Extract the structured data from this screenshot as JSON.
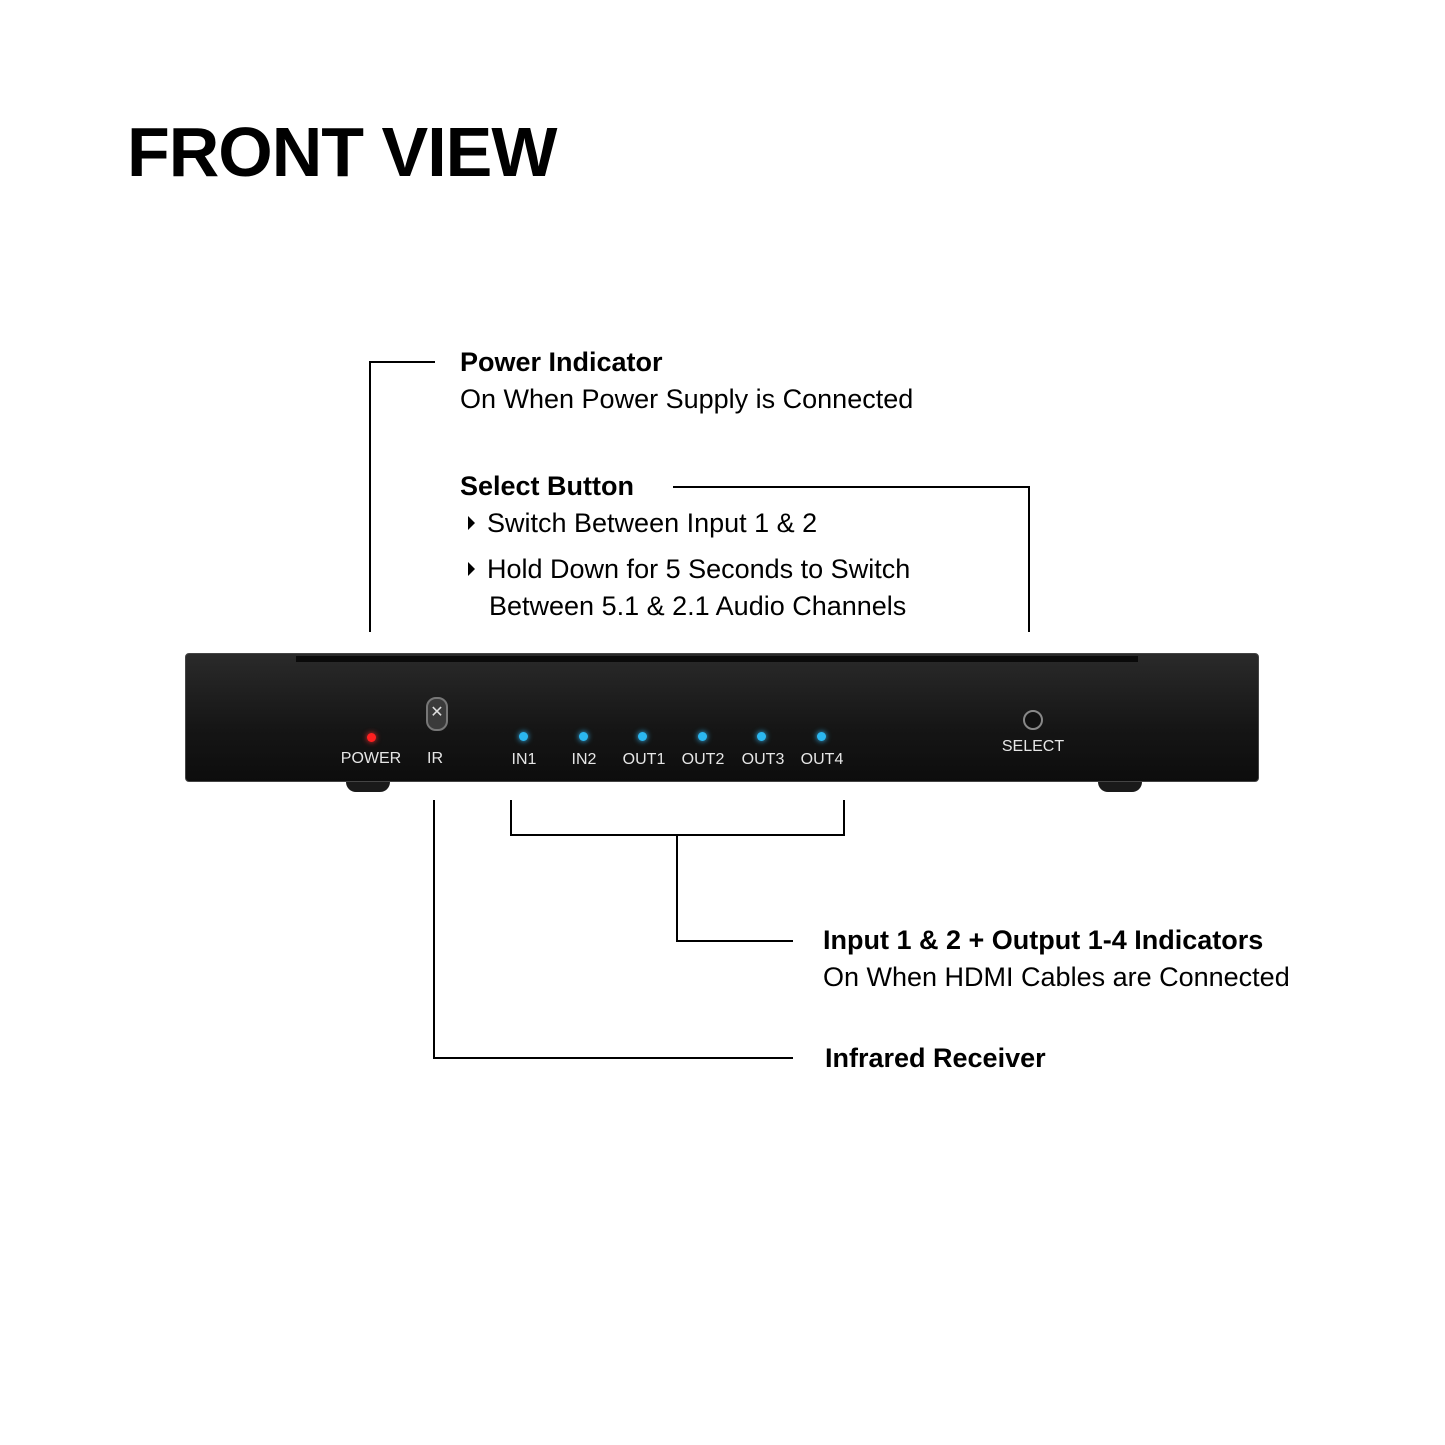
{
  "title": "FRONT VIEW",
  "callouts": {
    "power": {
      "heading": "Power Indicator",
      "text": "On When Power Supply is Connected"
    },
    "select": {
      "heading": "Select Button",
      "bullets": [
        "Switch Between Input 1 & 2",
        "Hold Down for 5 Seconds to Switch",
        "Between 5.1 & 2.1 Audio Channels"
      ]
    },
    "indicators": {
      "heading": "Input 1 & 2 + Output 1-4 Indicators",
      "text": "On When HDMI Cables are Connected"
    },
    "ir": {
      "heading": "Infrared Receiver"
    }
  },
  "device": {
    "labels": {
      "power": "POWER",
      "ir": "IR",
      "in1": "IN1",
      "in2": "IN2",
      "out1": "OUT1",
      "out2": "OUT2",
      "out3": "OUT3",
      "out4": "OUT4",
      "select": "SELECT"
    },
    "colors": {
      "power_led": "#ff2020",
      "status_led": "#2bb7f0"
    }
  }
}
